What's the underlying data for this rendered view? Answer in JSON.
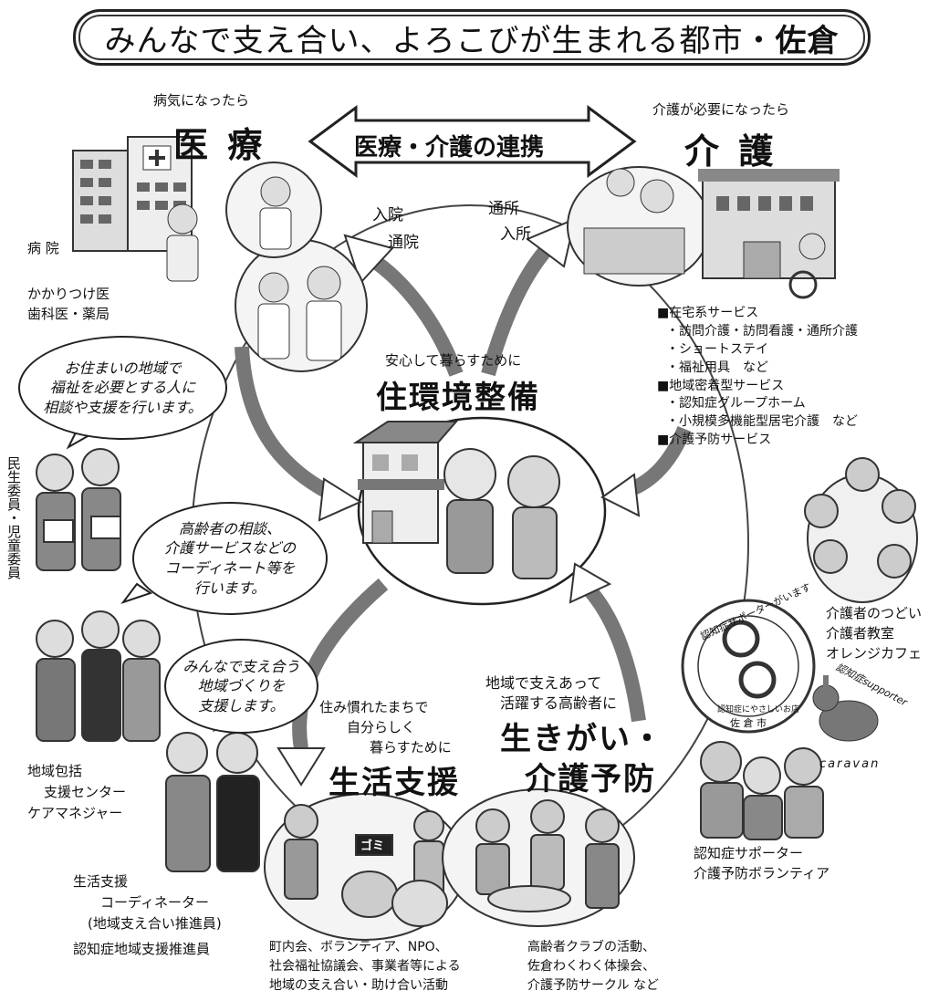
{
  "title": {
    "main": "みんなで支え合い、よろこびが生まれる都市・",
    "city": "佐倉"
  },
  "medical": {
    "sub": "病気になったら",
    "heading": "医 療",
    "hospital": "病 院",
    "clinic_line1": "かかりつけ医",
    "clinic_line2": "歯科医・薬局"
  },
  "care": {
    "sub": "介護が必要になったら",
    "heading": "介 護"
  },
  "link_arrow": "医療・介護の連携",
  "flows": {
    "admit": "入院",
    "outpatient": "通院",
    "daycare": "通所",
    "admission": "入所"
  },
  "housing": {
    "sub": "安心して暮らすために",
    "heading": "住環境整備"
  },
  "services": [
    "■在宅系サービス",
    "・訪問介護・訪問看護・通所介護",
    "・ショートステイ",
    "・福祉用具　など",
    "■地域密着型サービス",
    "・認知症グループホーム",
    "・小規模多機能型居宅介護　など",
    "■介護予防サービス"
  ],
  "bubbles": {
    "welfare": [
      "お住まいの地域で",
      "福祉を必要とする人に",
      "相談や支援を行います。"
    ],
    "elderly": [
      "高齢者の相談、",
      "介護サービスなどの",
      "コーディネート等を",
      "行います。"
    ],
    "community": [
      "みんなで支え合う",
      "地域づくりを",
      "支援します。"
    ]
  },
  "people": {
    "commissioner": "民生委員・児童委員",
    "center_line1": "地域包括",
    "center_line2": "支援センター",
    "center_line3": "ケアマネジャー",
    "coord_line1": "生活支援",
    "coord_line2": "コーディネーター",
    "coord_line3": "(地域支え合い推進員)",
    "dementia_promoter": "認知症地域支援推進員"
  },
  "life_support": {
    "line1": "住み慣れたまちで",
    "line2": "自分らしく",
    "line3": "暮らすために",
    "heading": "生活支援"
  },
  "ikigai": {
    "line1": "地域で支えあって",
    "line2": "活躍する高齢者に",
    "heading1": "生きがい・",
    "heading2": "介護予防"
  },
  "gatherings": [
    "介護者のつどい",
    "介護者教室",
    "オレンジカフェ"
  ],
  "badge": {
    "arc": "認知症サポーターがいます",
    "inner": "認知症にやさしいお店",
    "city": "佐 倉 市"
  },
  "caravan": {
    "top": "認知症supporter",
    "bottom": "caravan"
  },
  "volunteers": [
    "認知症サポーター",
    "介護予防ボランティア"
  ],
  "activities_left": [
    "町内会、ボランティア、NPO、",
    "社会福祉協議会、事業者等による",
    "地域の支え合い・助け合い活動"
  ],
  "activities_right": [
    "高齢者クラブの活動、",
    "佐倉わくわく体操会、",
    "介護予防サークル など"
  ],
  "garbage_label": "ゴミ"
}
